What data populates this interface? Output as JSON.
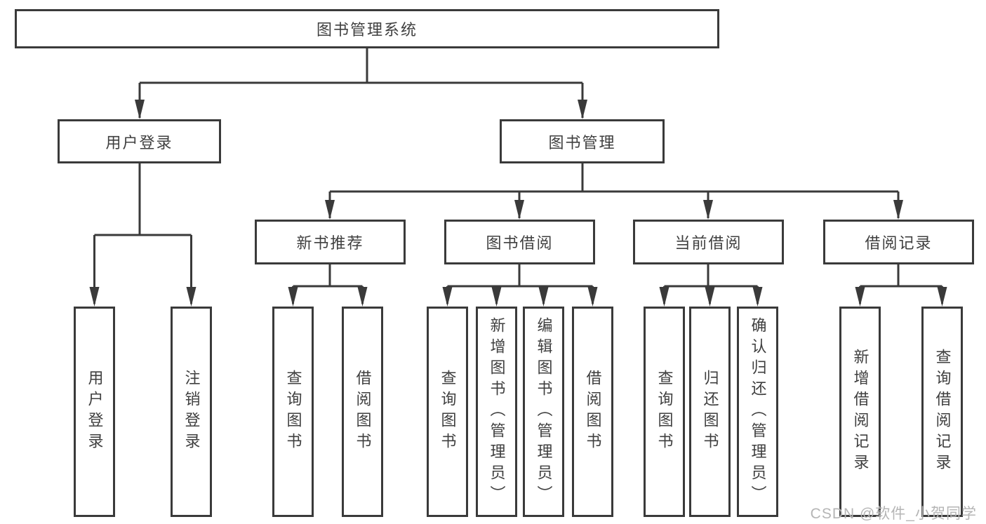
{
  "tree": {
    "root": {
      "label": "图书管理系统"
    },
    "branches": [
      {
        "label": "用户登录",
        "children": [
          {
            "label": "用户登录"
          },
          {
            "label": "注销登录"
          }
        ]
      },
      {
        "label": "图书管理",
        "children": [
          {
            "label": "新书推荐",
            "children": [
              {
                "label": "查询图书"
              },
              {
                "label": "借阅图书"
              }
            ]
          },
          {
            "label": "图书借阅",
            "children": [
              {
                "label": "查询图书"
              },
              {
                "label": "新增图书（管理员）"
              },
              {
                "label": "编辑图书（管理员）"
              },
              {
                "label": "借阅图书"
              }
            ]
          },
          {
            "label": "当前借阅",
            "children": [
              {
                "label": "查询图书"
              },
              {
                "label": "归还图书"
              },
              {
                "label": "确认归还（管理员）"
              }
            ]
          },
          {
            "label": "借阅记录",
            "children": [
              {
                "label": "新增借阅记录"
              },
              {
                "label": "查询借阅记录"
              }
            ]
          }
        ]
      }
    ]
  },
  "watermark": {
    "text": "CSDN @软件_小贺同学"
  },
  "colors": {
    "line": "#3a3a3a",
    "box_border": "#3a3a3a",
    "text": "#3f3f3f",
    "watermark": "#b5b5b5",
    "background": "#ffffff"
  }
}
